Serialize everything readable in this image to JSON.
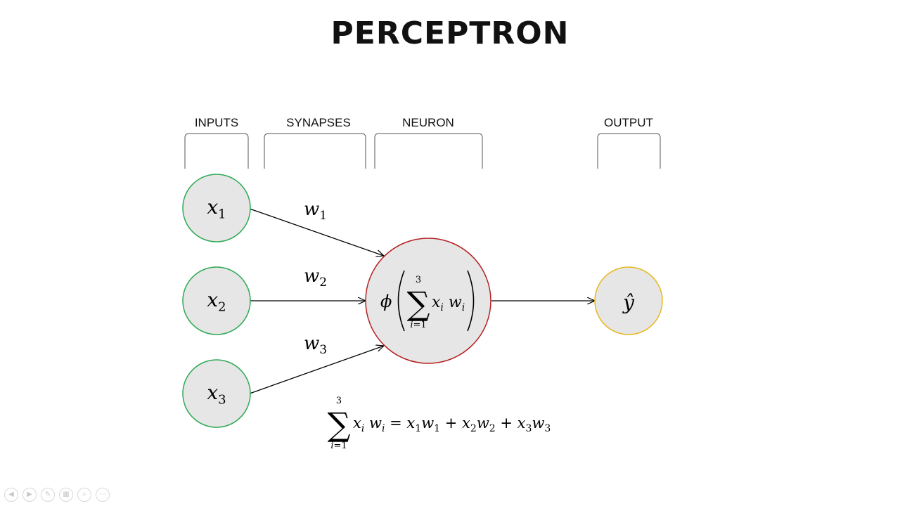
{
  "title": "PERCEPTRON",
  "sections": {
    "inputs": "INPUTS",
    "synapses": "SYNAPSES",
    "neuron": "NEURON",
    "output": "OUTPUT"
  },
  "inputs": [
    {
      "var": "x",
      "sub": "1"
    },
    {
      "var": "x",
      "sub": "2"
    },
    {
      "var": "x",
      "sub": "3"
    }
  ],
  "weights": [
    {
      "var": "w",
      "sub": "1"
    },
    {
      "var": "w",
      "sub": "2"
    },
    {
      "var": "w",
      "sub": "3"
    }
  ],
  "neuron_formula": {
    "phi": "ϕ",
    "sum_upper": "3",
    "sum_lower": "i=1",
    "term": "xi wi"
  },
  "output_label": "ŷ",
  "bottom_formula": {
    "sum_upper": "3",
    "sum_lower": "i=1",
    "rhs": "= x1w1 + x2w2 + x3w3"
  },
  "colors": {
    "input_stroke": "#2eaa55",
    "neuron_stroke": "#b52020",
    "output_stroke": "#e8b820",
    "node_fill": "#e6e6e6"
  },
  "controls": [
    "prev-icon",
    "next-icon",
    "pen-icon",
    "slides-icon",
    "zoom-icon",
    "more-icon"
  ]
}
